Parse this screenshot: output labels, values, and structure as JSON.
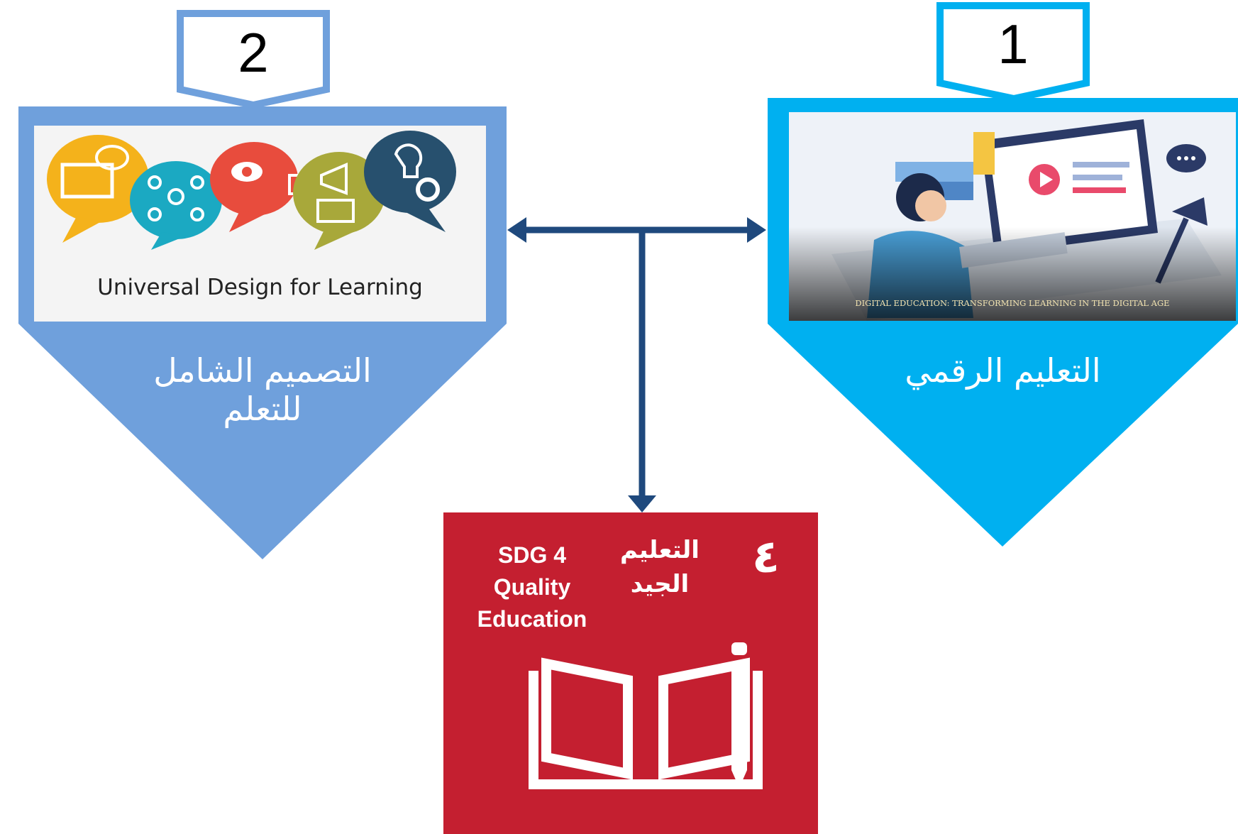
{
  "steps": [
    {
      "number": "1",
      "title": "التعليم الرقمي",
      "image_caption": "DIGITAL EDUCATION: TRANSFORMING LEARNING IN THE DIGITAL AGE",
      "color": "#00B0F0"
    },
    {
      "number": "2",
      "title_line1": "التصميم الشامل",
      "title_line2": "للتعلم",
      "image_caption": "Universal Design for Learning",
      "color": "#6FA0DC"
    }
  ],
  "sdg": {
    "number_glyph": "٤",
    "arabic_line1": "التعليم",
    "arabic_line2": "الجيد",
    "latin_line1": "SDG 4",
    "latin_line2": "Quality",
    "latin_line3": "Education",
    "color": "#C41F30"
  },
  "connector_color": "#1F497D",
  "icons": [
    "book-pencil-icon",
    "speech-bubble-icon",
    "network-icon",
    "eye-icon",
    "puzzle-icon",
    "megaphone-icon",
    "lightbulb-icon",
    "gear-icon",
    "monitor-icon",
    "person-at-desk-illustration"
  ]
}
